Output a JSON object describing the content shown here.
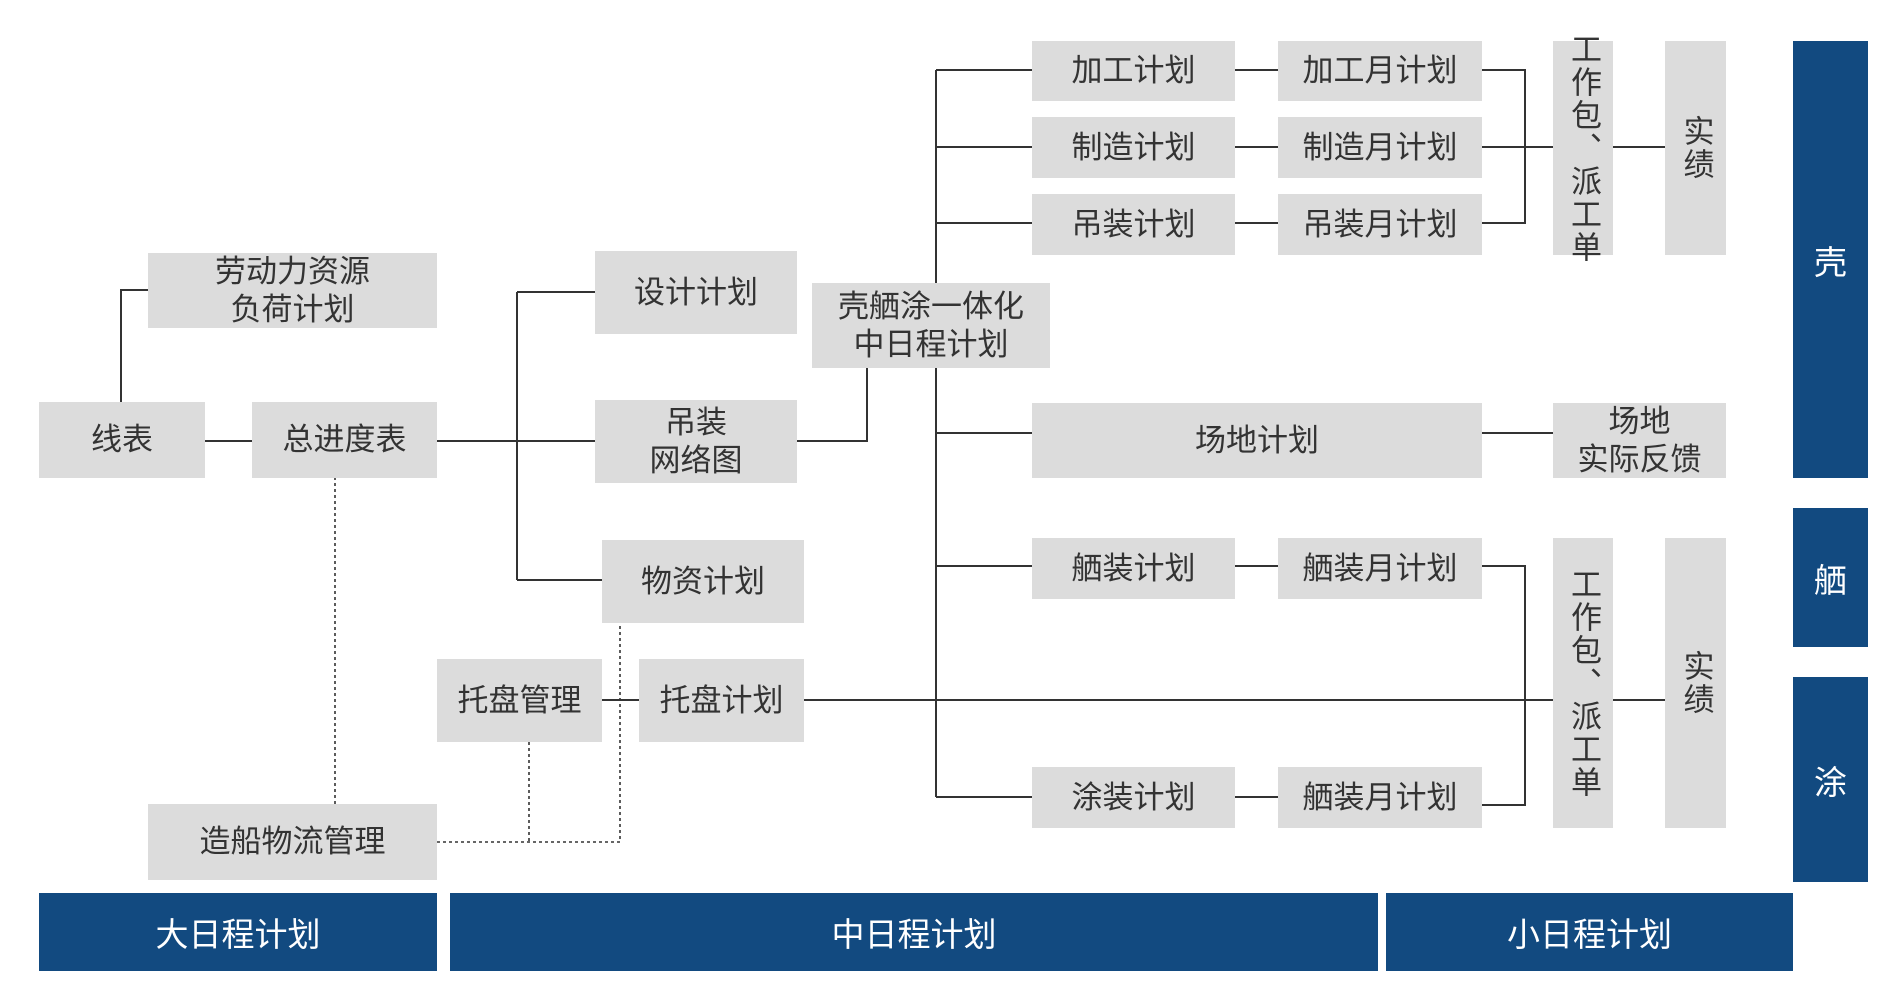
{
  "nodes": {
    "labor": "劳动力资源\n负荷计划",
    "line_table": "线表",
    "master_schedule": "总进度表",
    "design_plan": "设计计划",
    "lifting_network": "吊装\n网络图",
    "material_plan": "物资计划",
    "pallet_mgmt": "托盘管理",
    "pallet_plan": "托盘计划",
    "logistics_mgmt": "造船物流管理",
    "integrated_mid": "壳舾涂一体化\n中日程计划",
    "machining_plan": "加工计划",
    "manufacturing_plan": "制造计划",
    "lifting_plan": "吊装计划",
    "site_plan": "场地计划",
    "outfitting_plan": "舾装计划",
    "painting_plan": "涂装计划",
    "machining_monthly": "加工月计划",
    "manufacturing_monthly": "制造月计划",
    "lifting_monthly": "吊装月计划",
    "outfitting_monthly": "舾装月计划",
    "painting_monthly": "舾装月计划",
    "workpack_top": "工作包、派工单",
    "workpack_bottom": "工作包、派工单",
    "actual_top": "实绩",
    "actual_bottom": "实绩",
    "site_feedback": "场地\n实际反馈"
  },
  "bands": {
    "big_schedule": "大日程计划",
    "mid_schedule": "中日程计划",
    "small_schedule": "小日程计划",
    "hull": "壳",
    "outfit": "舾",
    "paint": "涂"
  },
  "colors": {
    "node_fill": "#dcdcdc",
    "band_fill": "#124a80",
    "line": "#333333"
  }
}
